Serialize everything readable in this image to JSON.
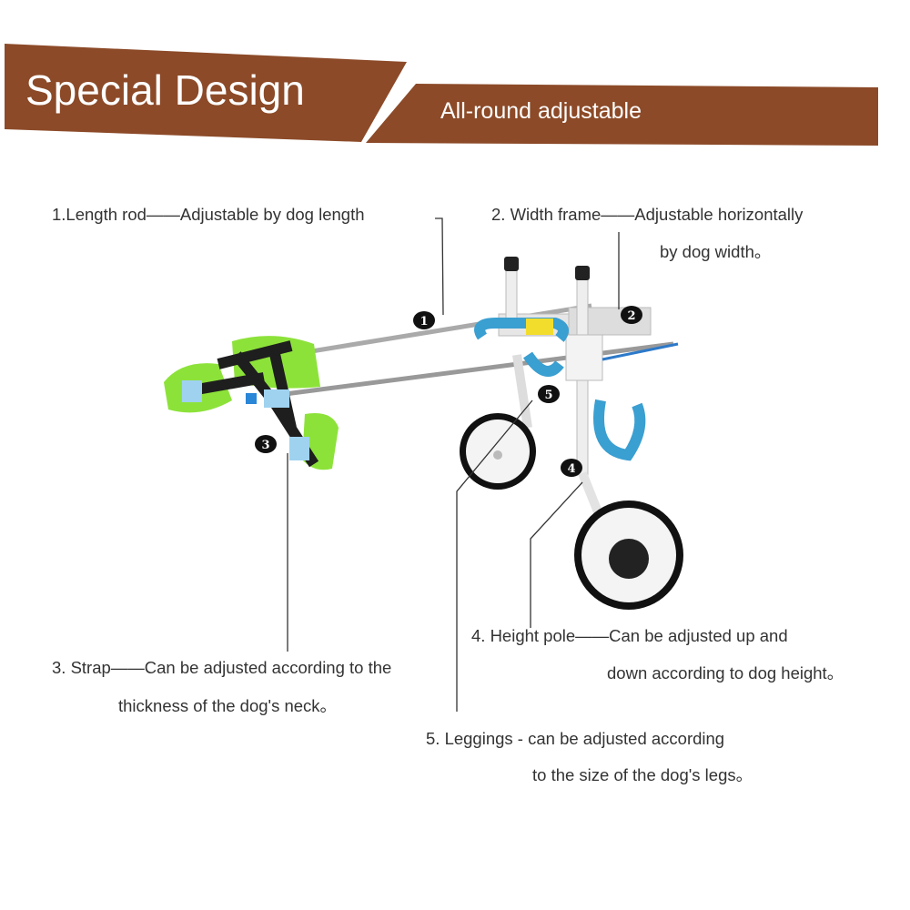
{
  "banner": {
    "title": "Special Design",
    "subtitle": "All-round adjustable",
    "color": "#8c4a28"
  },
  "callouts": [
    {
      "number": "1",
      "line1": "1.Length rod——Adjustable by dog length",
      "line2": ""
    },
    {
      "number": "2",
      "line1": "2. Width frame——Adjustable horizontally",
      "line2": "by dog width。"
    },
    {
      "number": "3",
      "line1": "3. Strap——Can be adjusted according to the",
      "line2": "thickness of the dog's neck。"
    },
    {
      "number": "4",
      "line1": "4. Height pole——Can be adjusted up and",
      "line2": "down according to dog height。"
    },
    {
      "number": "5",
      "line1": "5. Leggings - can be adjusted according",
      "line2": "to the size of the dog's legs。"
    }
  ]
}
